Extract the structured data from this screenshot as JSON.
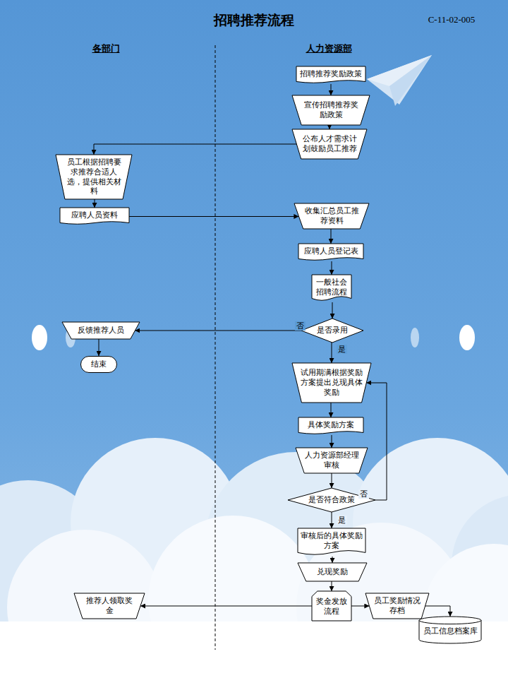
{
  "diagram": {
    "title": "招聘推荐流程",
    "nodes": [
      {
        "text": [
          "招聘推荐奖励政策"
        ]
      },
      {
        "text": [
          "宣传招聘推荐奖励政策"
        ]
      },
      {
        "text": [
          "公布人才需求计划鼓励员工推荐"
        ]
      },
      {
        "text": [
          "员工根据招聘要求推荐合适人选，提供相关材料"
        ]
      },
      {
        "text": [
          "应聘人员资料"
        ]
      },
      {
        "text": [
          "收集汇总员工推荐资料"
        ]
      },
      {
        "text": [
          "应聘人员登记表"
        ]
      },
      {
        "text": [
          "一般社会招聘流程"
        ]
      },
      {
        "text": [
          "是否录用"
        ]
      },
      {
        "text": [
          "反馈推荐人员"
        ]
      },
      {
        "text": [
          "结束"
        ]
      },
      {
        "text": [
          "试用期满根据奖励方案提出兑现具体奖励"
        ]
      },
      {
        "text": [
          "具体奖励方案"
        ]
      },
      {
        "text": [
          "人力资源部经理审核"
        ]
      },
      {
        "text": [
          "是否符合政策"
        ]
      },
      {
        "text": [
          "审核后的具体奖励方案"
        ]
      },
      {
        "text": [
          "兑现奖励"
        ]
      },
      {
        "text": [
          "推荐人领取奖金"
        ]
      },
      {
        "text": [
          "奖金发放流程"
        ]
      },
      {
        "text": [
          "员工奖励情况存档"
        ]
      },
      {
        "text": [
          "员工信息档案库"
        ]
      }
    ],
    "edges": [
      {
        "from": 0,
        "to": 1,
        "arrow": "to"
      },
      {
        "from": 1,
        "to": 2,
        "arrow": "to"
      },
      {
        "from": 2,
        "to": 3,
        "arrow": "to"
      },
      {
        "from": 3,
        "to": 4,
        "arrow": "to"
      },
      {
        "from": 4,
        "to": 5,
        "arrow": "to"
      },
      {
        "from": 5,
        "to": 6,
        "arrow": "to"
      },
      {
        "from": 6,
        "to": 7,
        "arrow": "to"
      },
      {
        "from": 7,
        "to": 8,
        "arrow": "to"
      },
      {
        "from": 8,
        "to": 9,
        "label": "否",
        "arrow": "to"
      },
      {
        "from": 8,
        "to": 11,
        "label": "是",
        "arrow": "to"
      },
      {
        "from": 9,
        "to": 10,
        "arrow": "to"
      },
      {
        "from": 11,
        "to": 12,
        "arrow": "to"
      },
      {
        "from": 12,
        "to": 13,
        "arrow": "to"
      },
      {
        "from": 13,
        "to": 14,
        "arrow": "to"
      },
      {
        "from": 14,
        "to": 11,
        "label": "否",
        "arrow": "to"
      },
      {
        "from": 14,
        "to": 15,
        "label": "是",
        "arrow": "to"
      },
      {
        "from": 15,
        "to": 16,
        "arrow": "to"
      },
      {
        "from": 16,
        "to": 18,
        "arrow": "to"
      },
      {
        "from": 18,
        "to": 17,
        "arrow": "to"
      },
      {
        "from": 18,
        "to": 19,
        "arrow": "to"
      },
      {
        "from": 19,
        "to": 20,
        "arrow": "to"
      }
    ],
    "labels": [
      "C-11-02-005",
      "各部门",
      "人力资源部"
    ]
  }
}
